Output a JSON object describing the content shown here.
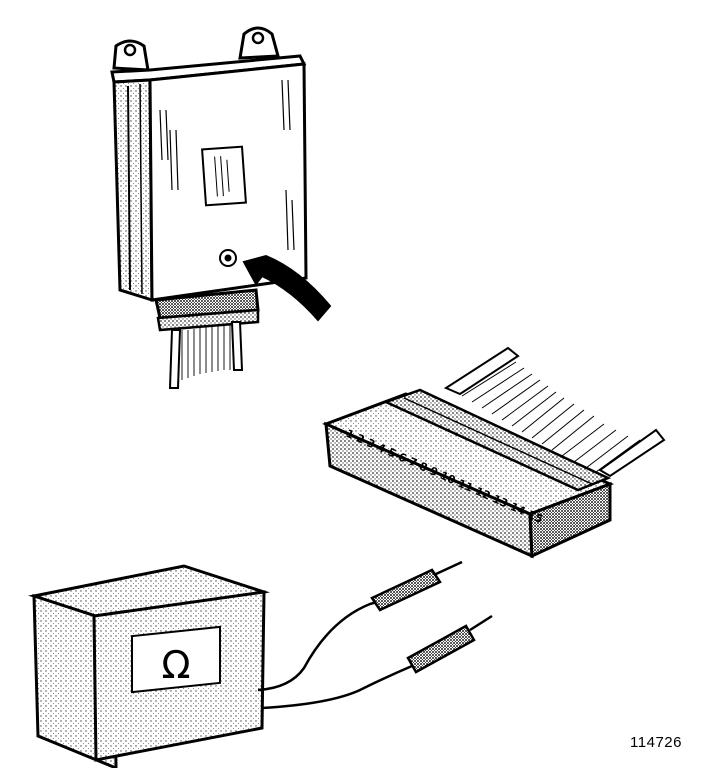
{
  "figure": {
    "reference_number": "114726",
    "meter_symbol": "Ω",
    "connector_numbers": "1 2 3 4 5 6 7 8 9 10 11 12 13 14 15"
  },
  "colors": {
    "ink": "#000000",
    "shade": "#9a9a9a",
    "paper": "#ffffff"
  }
}
